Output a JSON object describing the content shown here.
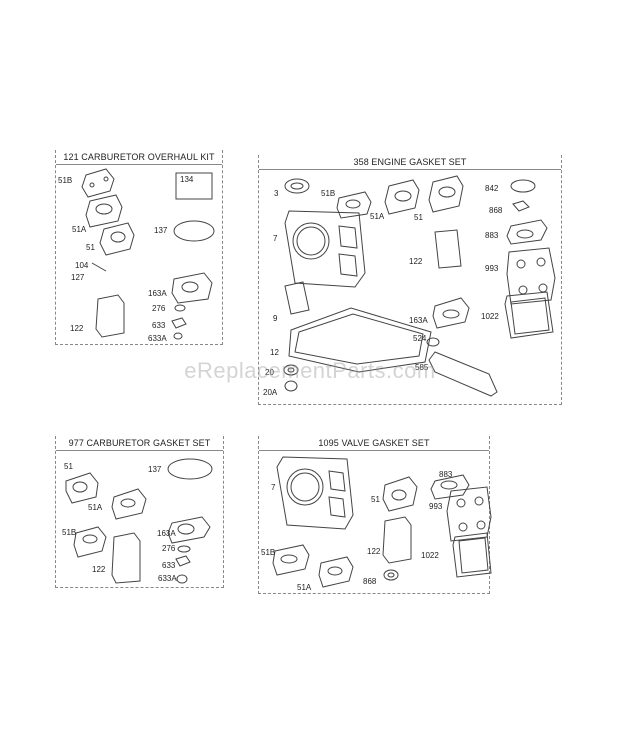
{
  "panels": {
    "p121": {
      "title": "121 CARBURETOR OVERHAUL KIT",
      "labels": [
        "51B",
        "134",
        "51A",
        "137",
        "51",
        "104",
        "127",
        "163A",
        "276",
        "122",
        "633",
        "633A"
      ]
    },
    "p358": {
      "title": "358 ENGINE GASKET SET",
      "labels": [
        "3",
        "51B",
        "51A",
        "51",
        "842",
        "868",
        "7",
        "883",
        "122",
        "993",
        "9",
        "163A",
        "1022",
        "524",
        "12",
        "585",
        "20",
        "20A"
      ]
    },
    "p977": {
      "title": "977 CARBURETOR GASKET SET",
      "labels": [
        "51",
        "137",
        "51A",
        "51B",
        "163A",
        "276",
        "122",
        "633",
        "633A"
      ]
    },
    "p1095": {
      "title": "1095 VALVE GASKET SET",
      "labels": [
        "883",
        "7",
        "51",
        "993",
        "51B",
        "122",
        "1022",
        "51A",
        "868"
      ]
    }
  },
  "watermark": "eReplacementParts.com"
}
